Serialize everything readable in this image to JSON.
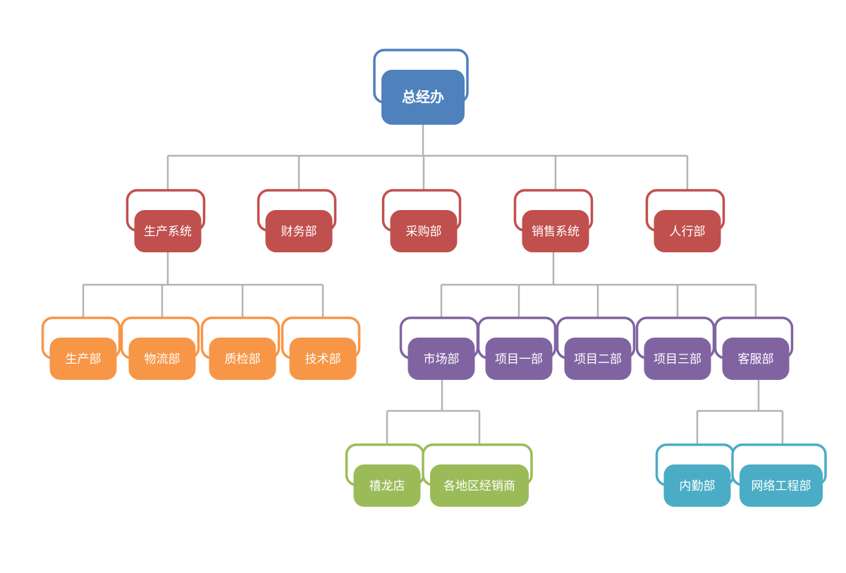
{
  "colors": {
    "connector": "#b3b3b3",
    "label_text": "#ffffff",
    "level_0": "#4f81bd",
    "level_1": "#c0504d",
    "level_2_production": "#f79646",
    "level_2_sales": "#8064a2",
    "level_3_market": "#9bbb59",
    "level_3_service": "#4bacc6"
  },
  "org_chart": {
    "root": {
      "label": "总经办",
      "children": [
        {
          "label": "生产系统",
          "children": [
            {
              "label": "生产部"
            },
            {
              "label": "物流部"
            },
            {
              "label": "质检部"
            },
            {
              "label": "技术部"
            }
          ]
        },
        {
          "label": "财务部"
        },
        {
          "label": "采购部"
        },
        {
          "label": "销售系统",
          "children": [
            {
              "label": "市场部",
              "children": [
                {
                  "label": "禧龙店"
                },
                {
                  "label": "各地区经销商"
                }
              ]
            },
            {
              "label": "项目一部"
            },
            {
              "label": "项目二部"
            },
            {
              "label": "项目三部"
            },
            {
              "label": "客服部",
              "children": [
                {
                  "label": "内勤部"
                },
                {
                  "label": "网络工程部"
                }
              ]
            }
          ]
        },
        {
          "label": "人行部"
        }
      ]
    }
  }
}
